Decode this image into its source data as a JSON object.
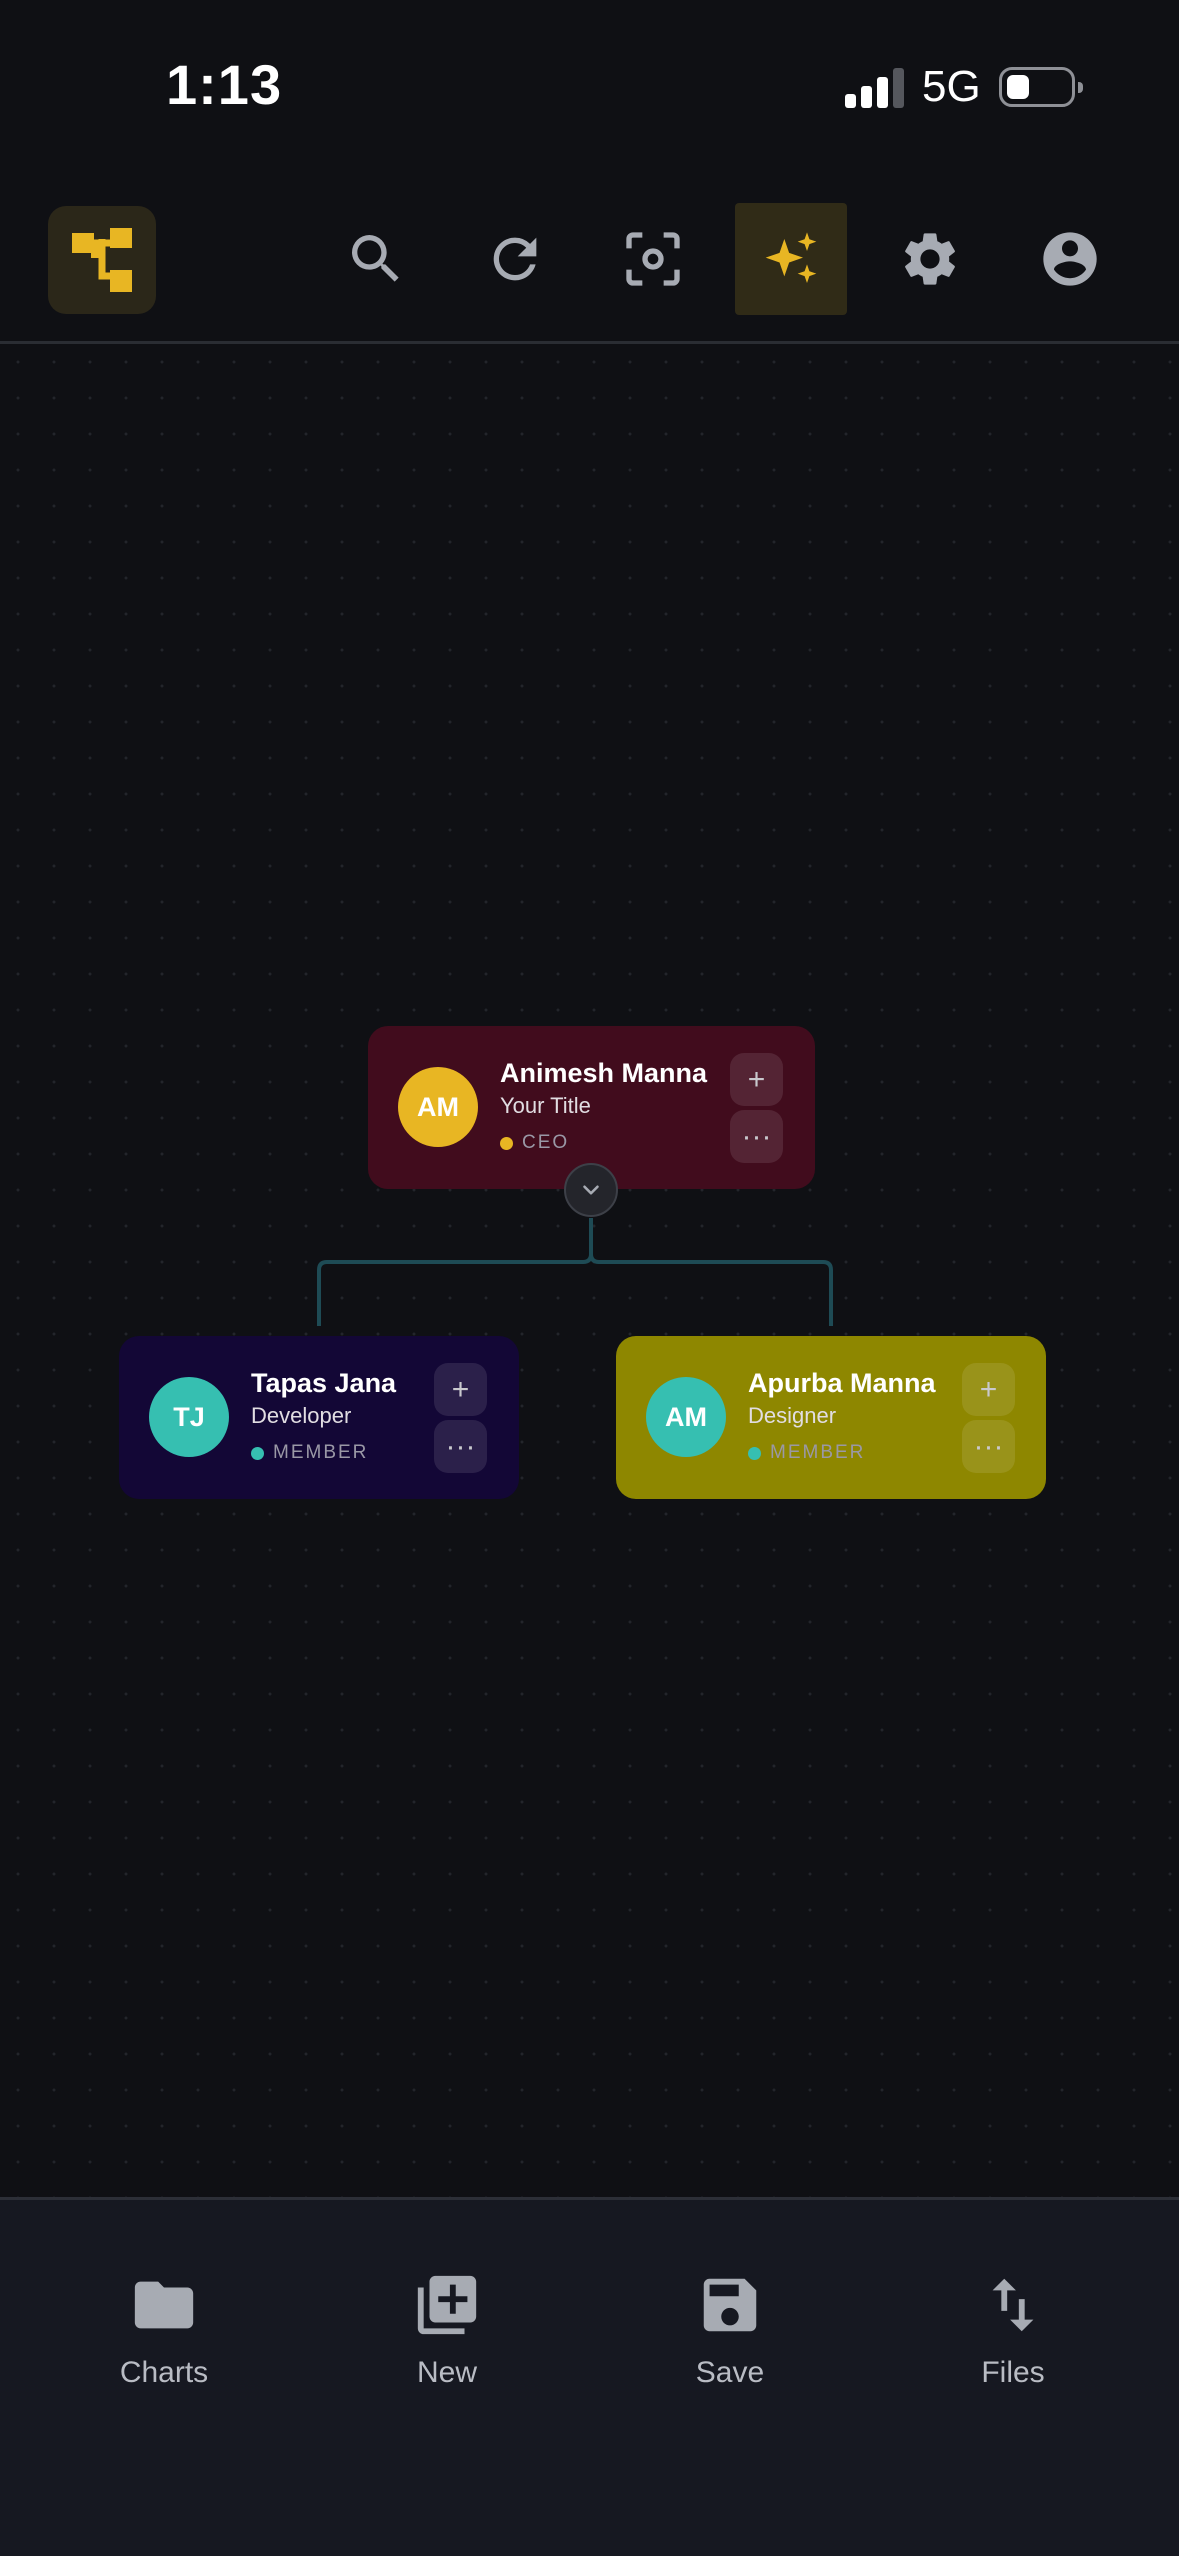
{
  "status_bar": {
    "time": "1:13",
    "network": "5G"
  },
  "toolbar": {
    "logo_icon": "org-chart-logo-icon",
    "buttons": [
      {
        "icon": "search-icon"
      },
      {
        "icon": "refresh-icon"
      },
      {
        "icon": "focus-icon"
      },
      {
        "icon": "sparkles-icon",
        "active": true
      },
      {
        "icon": "gear-icon"
      },
      {
        "icon": "account-icon"
      }
    ]
  },
  "org_chart": {
    "root": {
      "initials": "AM",
      "name": "Animesh Manna",
      "title": "Your Title",
      "role": "CEO",
      "card_color": "#410c1d",
      "avatar_color": "#e8b623",
      "dot_color": "#e8b623"
    },
    "children": [
      {
        "initials": "TJ",
        "name": "Tapas Jana",
        "title": "Developer",
        "role": "MEMBER",
        "card_color": "#130736",
        "avatar_color": "#36bfb1",
        "dot_color": "#36bfb1"
      },
      {
        "initials": "AM",
        "name": "Apurba Manna",
        "title": "Designer",
        "role": "MEMBER",
        "card_color": "#8e8700",
        "avatar_color": "#36bfb1",
        "dot_color": "#36bfb1"
      }
    ],
    "add_symbol": "+",
    "more_symbol": "···",
    "connector_color": "#1e4b55"
  },
  "bottom_nav": {
    "items": [
      {
        "label": "Charts",
        "icon": "folder-icon"
      },
      {
        "label": "New",
        "icon": "add-library-icon"
      },
      {
        "label": "Save",
        "icon": "save-icon"
      },
      {
        "label": "Files",
        "icon": "import-export-icon"
      }
    ]
  },
  "colors": {
    "background": "#0f1014",
    "accent": "#e8b623",
    "icon": "#a7abb3",
    "nav_background": "#161821"
  }
}
